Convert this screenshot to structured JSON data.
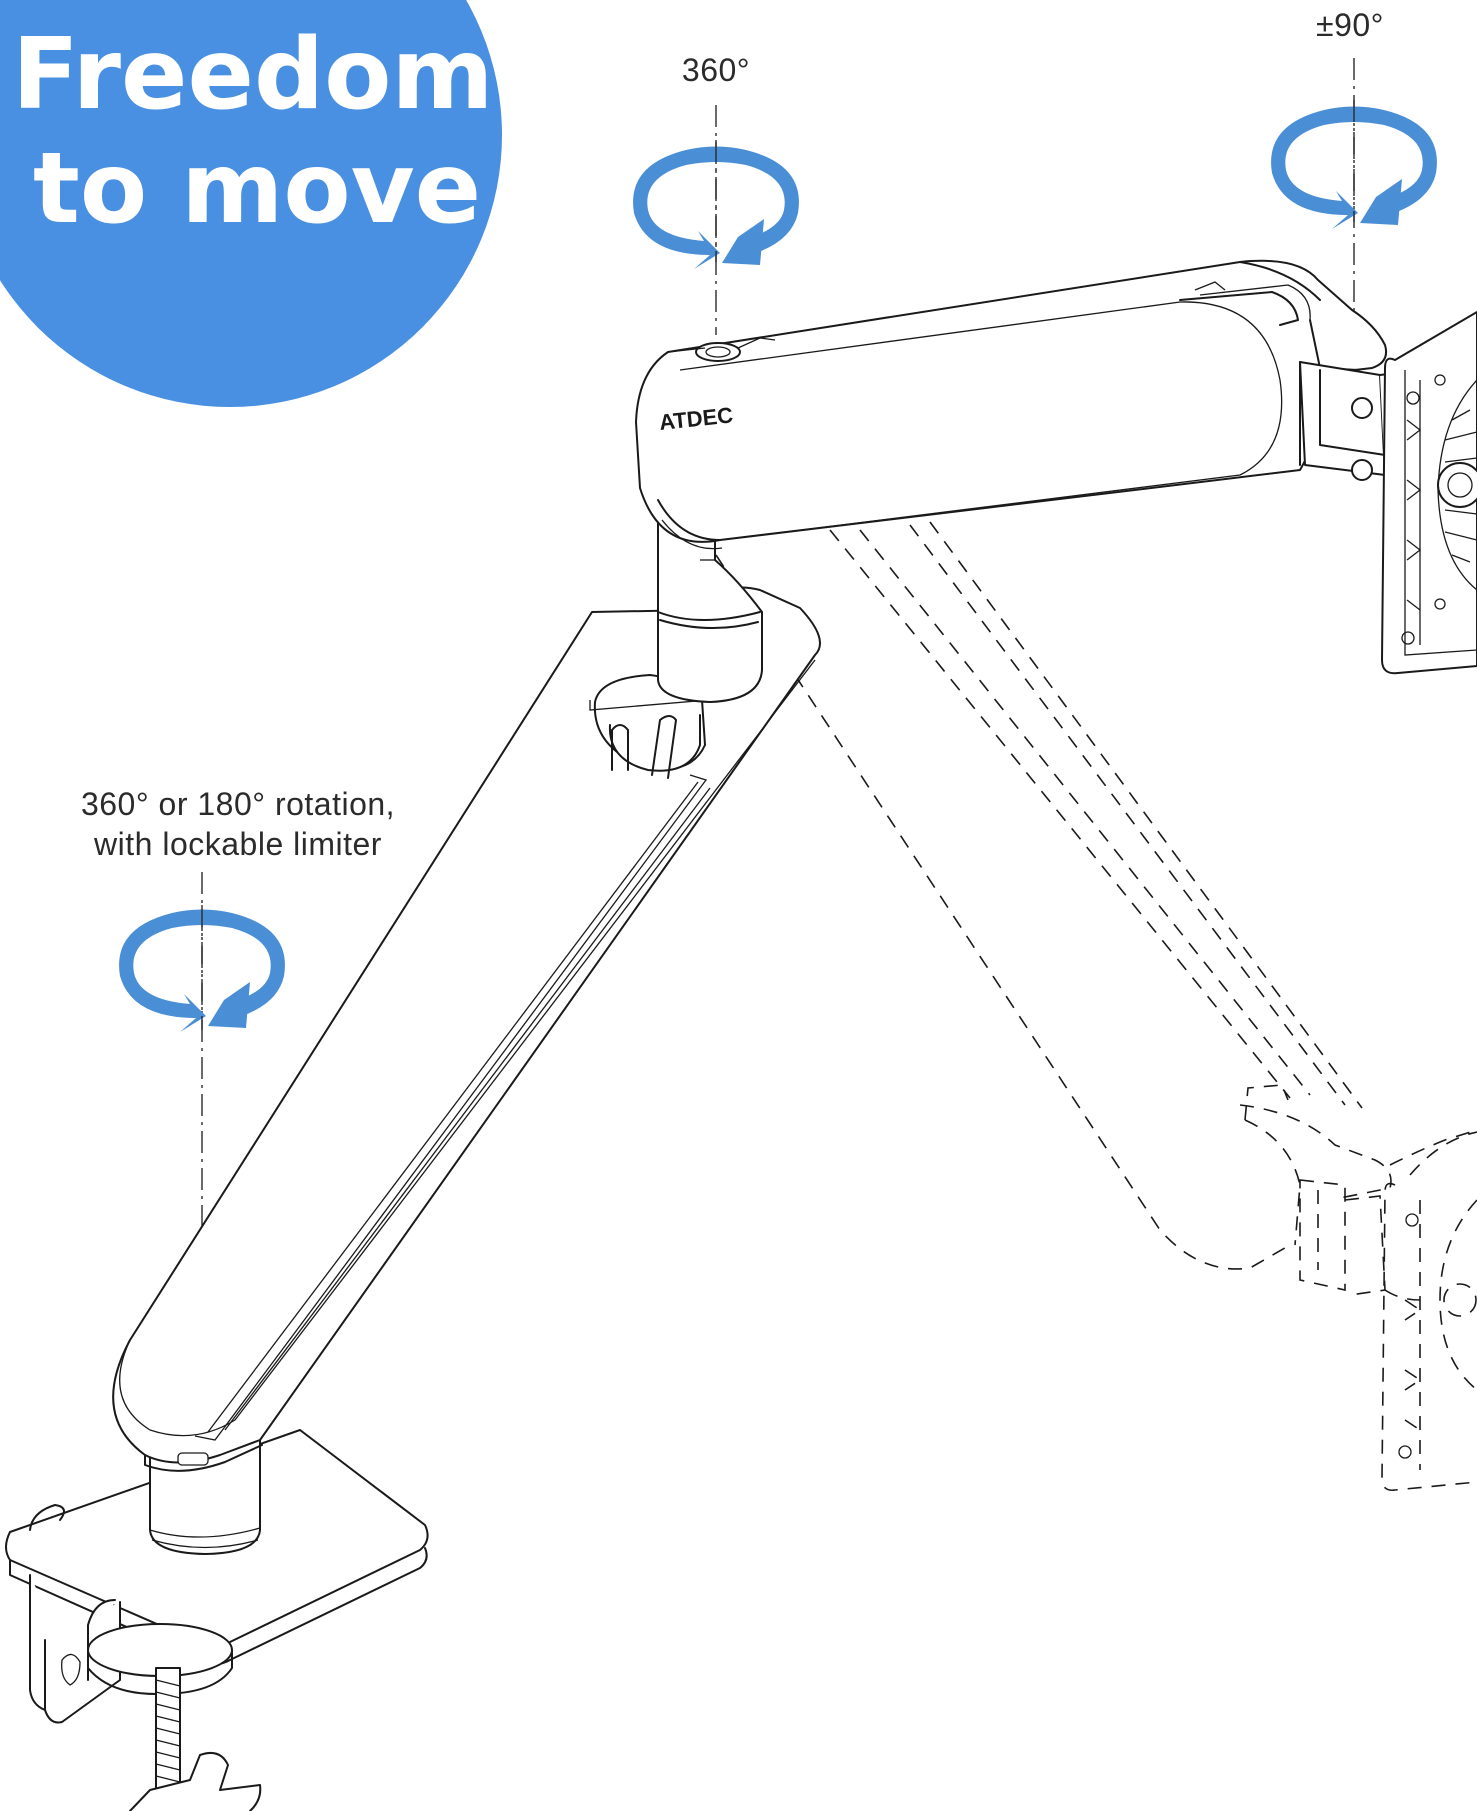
{
  "hero": {
    "line1": "Freedom",
    "line2": "to move",
    "color": "#4a90e2"
  },
  "callouts": {
    "top_joint": "360°",
    "tilt": "±90°",
    "base_line1": "360° or 180° rotation,",
    "base_line2": "with lockable limiter"
  },
  "product": {
    "brand_mark": "ATDEC"
  },
  "icons": {
    "rotation_arrow": "circular-rotation-arrows-icon",
    "arrow_color": "#4a8ed6"
  }
}
